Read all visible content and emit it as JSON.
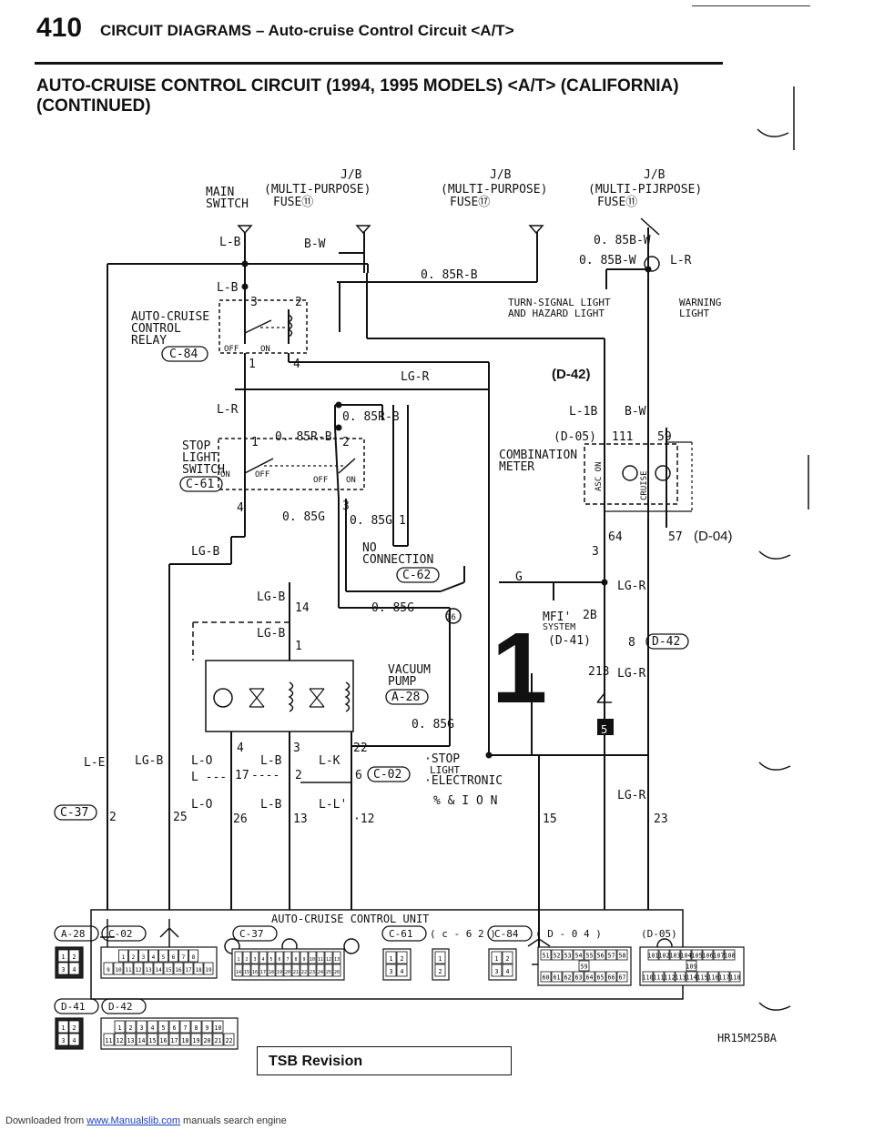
{
  "header": {
    "page_number": "410",
    "title": "CIRCUIT DIAGRAMS – Auto-cruise Control Circuit <A/T>"
  },
  "diagram_title": {
    "line1": "AUTO-CRUISE CONTROL CIRCUIT (1994, 1995 MODELS) <A/T> (CALIFORNIA)",
    "line2": "(CONTINUED)"
  },
  "labels": {
    "main_switch_1": "MAIN",
    "main_switch_2": "SWITCH",
    "jb1": "J/B",
    "fuse_mp1": "(MULTI-PURPOSE)",
    "fuse_11a": "FUSE⑪",
    "jb2": "J/B",
    "fuse_mp2": "(MULTI-PURPOSE)",
    "fuse_17": "FUSE⑰",
    "jb3": "J/B",
    "fuse_mp3": "(MULTI-PIJRPOSE)",
    "fuse_11b": "FUSE⑪",
    "w_lb1": "L-B",
    "w_bw": "B-W",
    "w_085bw1": "0. 85B-W",
    "w_085bw2": "0. 85B-W",
    "w_lr_top": "L-R",
    "w_085rb_top": "0. 85R-B",
    "w_lb2": "L-B",
    "turn_signal_1": "TURN-SIGNAL LIGHT",
    "turn_signal_2": "AND HAZARD LIGHT",
    "warning_1": "WARNING",
    "warning_2": "LIGHT",
    "relay_1": "AUTO-CRUISE",
    "relay_2": "CONTROL",
    "relay_3": "RELAY",
    "conn_c84": "C-84",
    "off": "OFF",
    "on": "ON",
    "lg_r1": "LG-R",
    "d42_bold": "(D-42)",
    "l_r2": "L-R",
    "w_085rb_2": "0. 85R-B",
    "w_085rb_3": "0. 85R-B",
    "l_1b": "L-1B",
    "b_w2": "B-W",
    "d05": "(D-05)",
    "pin_111": "111",
    "pin_59": "59",
    "stop_1": "STOP",
    "stop_2": "LIGHT",
    "stop_3": "SWITCH",
    "conn_c61": "C-61",
    "combo_1": "COMBINATION",
    "combo_2": "METER",
    "asc_on": "ASC ON",
    "cruise": "CRUISE",
    "w_085g_1": "0. 85G",
    "w_085g_2": "0. 85G",
    "pin_1b": "1",
    "lg_b1": "LG-B",
    "pin_64": "64",
    "pin_57": "57",
    "d04_bold": "(D-04)",
    "no_conn_1": "NO",
    "no_conn_2": "CONNECTION",
    "conn_c62": "C-62",
    "pin_3b": "3",
    "g1": "G",
    "lg_r3": "LG-R",
    "lg_b2": "LG-B",
    "pin_14": "14",
    "w_085g_3": "0. 85G",
    "conn_16": "16",
    "mfi_1": "MFI'",
    "mfi_2": "SYSTEM",
    "pin_2b": "2B",
    "d41": "(D-41)",
    "pin_8": "8",
    "conn_d42": "D-42",
    "lg_b3": "LG-B",
    "pin_1c": "1",
    "vacuum_1": "VACUUM",
    "vacuum_2": "PUMP",
    "conn_a28": "A-28",
    "g2": "G",
    "pin_213": "213",
    "lg_r4": "LG-R",
    "big_one": "1",
    "w_085g_4": "0. 85G",
    "ground_5": "5",
    "pin_4": "4",
    "pin_3c": "3",
    "pin_22": "22",
    "l_e": "L-E",
    "lg_b4": "LG-B",
    "l_o1": "L-O",
    "l_b3": "L-B",
    "l_k": "L-K",
    "pin_17": "17",
    "pin_2c": "2",
    "pin_6": "6",
    "conn_c02": "C-02",
    "stop_light_1": "·STOP",
    "stop_light_2": "LIGHT",
    "elec_1": "·ELECTRONIC",
    "elec_2": "% & I O N",
    "lg_r5": "LG-R",
    "conn_c37": "C-37",
    "pin_2d": "2",
    "pin_25": "25",
    "l_o2": "L-O",
    "l_b4": "L-B",
    "l_l": "L-L'",
    "pin_26": "26",
    "pin_13": "13",
    "pin_12": "·12",
    "pin_15": "15",
    "pin_23": "23",
    "acu": "AUTO-CRUISE  CONTROL  UNIT"
  },
  "connectors": {
    "a28": "A-28",
    "c02": "C-02",
    "c37": "C-37",
    "c61": "C-61",
    "c62": "( c - 6 2 )",
    "c84": "C-84",
    "d04": "( D - 0 4 )",
    "d05": "(D-05)",
    "d41": "D-41",
    "d42": "D-42",
    "a28_pins": [
      "1",
      "2",
      "3",
      "4"
    ],
    "c02_row1": [
      "1",
      "2",
      "3",
      "4",
      "5",
      "6",
      "7",
      "8"
    ],
    "c02_row2": [
      "9",
      "10",
      "11",
      "12",
      "13",
      "14",
      "15",
      "16",
      "17",
      "18",
      "19"
    ],
    "c37_row1": [
      "1",
      "2",
      "3",
      "4",
      "5",
      "6",
      "7",
      "8",
      "9",
      "10",
      "11",
      "12",
      "13"
    ],
    "c37_row2": [
      "14",
      "15",
      "16",
      "17",
      "18",
      "19",
      "20",
      "21",
      "22",
      "23",
      "24",
      "25",
      "26"
    ],
    "c61_pins": [
      "1",
      "2",
      "3",
      "4"
    ],
    "c62_pins": [
      "1",
      "2"
    ],
    "c84_pins": [
      "1",
      "2",
      "3",
      "4"
    ],
    "d04_row1": [
      "51",
      "52",
      "53",
      "54",
      "55",
      "56",
      "57",
      "58"
    ],
    "d04_mid": "59",
    "d04_row2": [
      "60",
      "61",
      "62",
      "63",
      "64",
      "65",
      "66",
      "67"
    ],
    "d05_row1": [
      "101",
      "102",
      "103",
      "104",
      "105",
      "106",
      "107",
      "108"
    ],
    "d05_mid": "109",
    "d05_row2": [
      "110",
      "111",
      "112",
      "113",
      "114",
      "115",
      "116",
      "117",
      "118"
    ],
    "d41_pins": [
      "1",
      "2",
      "3",
      "4"
    ],
    "d42_row1": [
      "1",
      "2",
      "3",
      "4",
      "5",
      "6",
      "7",
      "8",
      "9",
      "10"
    ],
    "d42_row2": [
      "11",
      "12",
      "13",
      "14",
      "15",
      "16",
      "17",
      "18",
      "19",
      "20",
      "21",
      "22"
    ]
  },
  "footer": {
    "code": "HR15M25BA",
    "tsb": "TSB Revision",
    "dl_prefix": "Downloaded from ",
    "dl_link": "www.Manualslib.com",
    "dl_suffix": " manuals search engine"
  }
}
